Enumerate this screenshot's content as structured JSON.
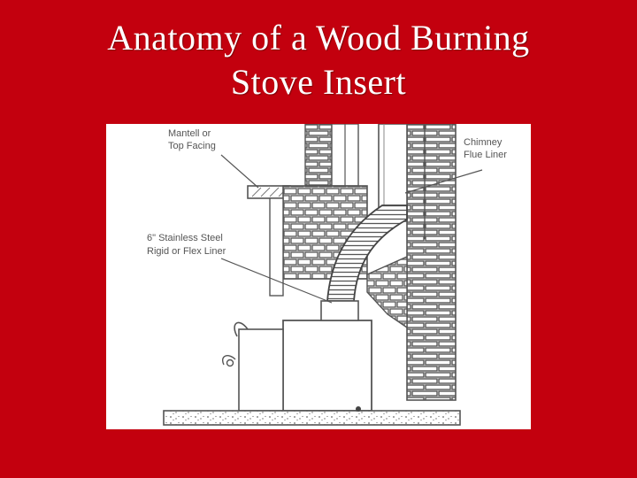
{
  "slide": {
    "title_line1": "Anatomy of a Wood Burning",
    "title_line2": "Stove Insert"
  },
  "diagram": {
    "labels": {
      "mantel_line1": "Mantell or",
      "mantel_line2": "Top Facing",
      "chimney_line1": "Chimney",
      "chimney_line2": "Flue Liner",
      "liner_line1": "6\" Stainless Steel",
      "liner_line2": "Rigid or Flex Liner"
    }
  },
  "colors": {
    "background": "#c3000e",
    "title_text": "#ffffff",
    "panel": "#ffffff",
    "line_art": "#5a5a5a"
  }
}
